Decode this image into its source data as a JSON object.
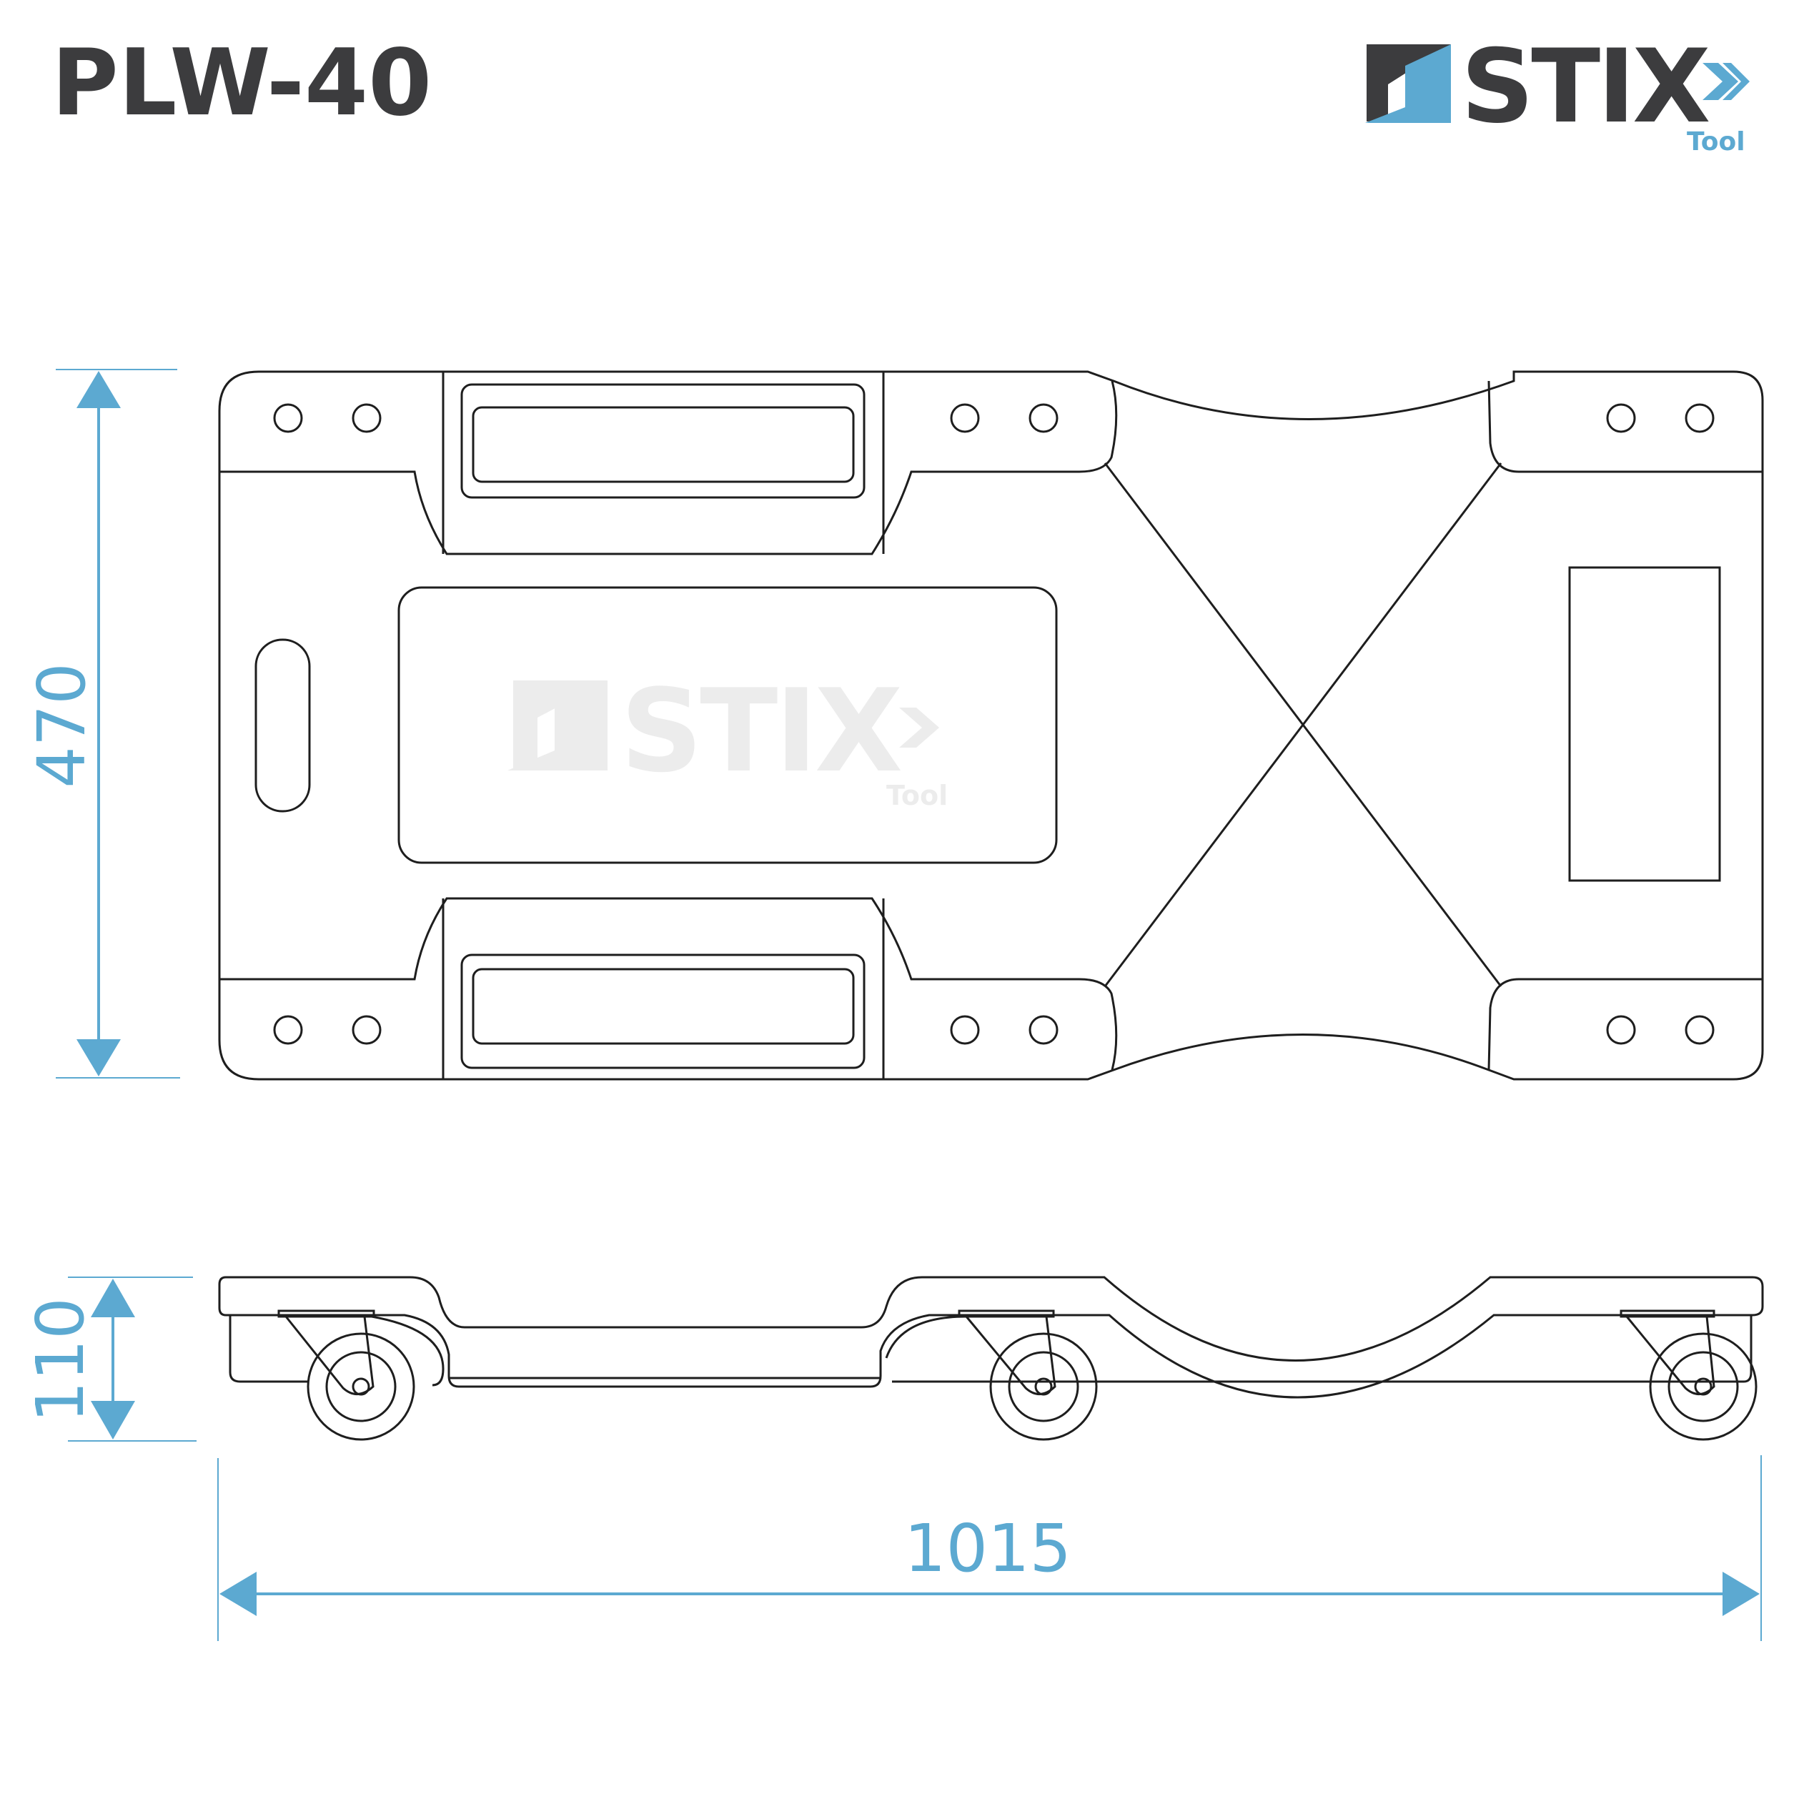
{
  "header": {
    "model": "PLW-40"
  },
  "brand": {
    "name": "STIX",
    "sub": "Tool",
    "watermark_name": "STIX",
    "watermark_sub": "Tool"
  },
  "dimensions": {
    "width_label": "470",
    "height_label": "110",
    "length_label": "1015"
  },
  "colors": {
    "text_dark": "#3c3c3e",
    "accent_blue": "#5ca9d1",
    "line": "#1e1e1e",
    "watermark": "#ececec"
  }
}
